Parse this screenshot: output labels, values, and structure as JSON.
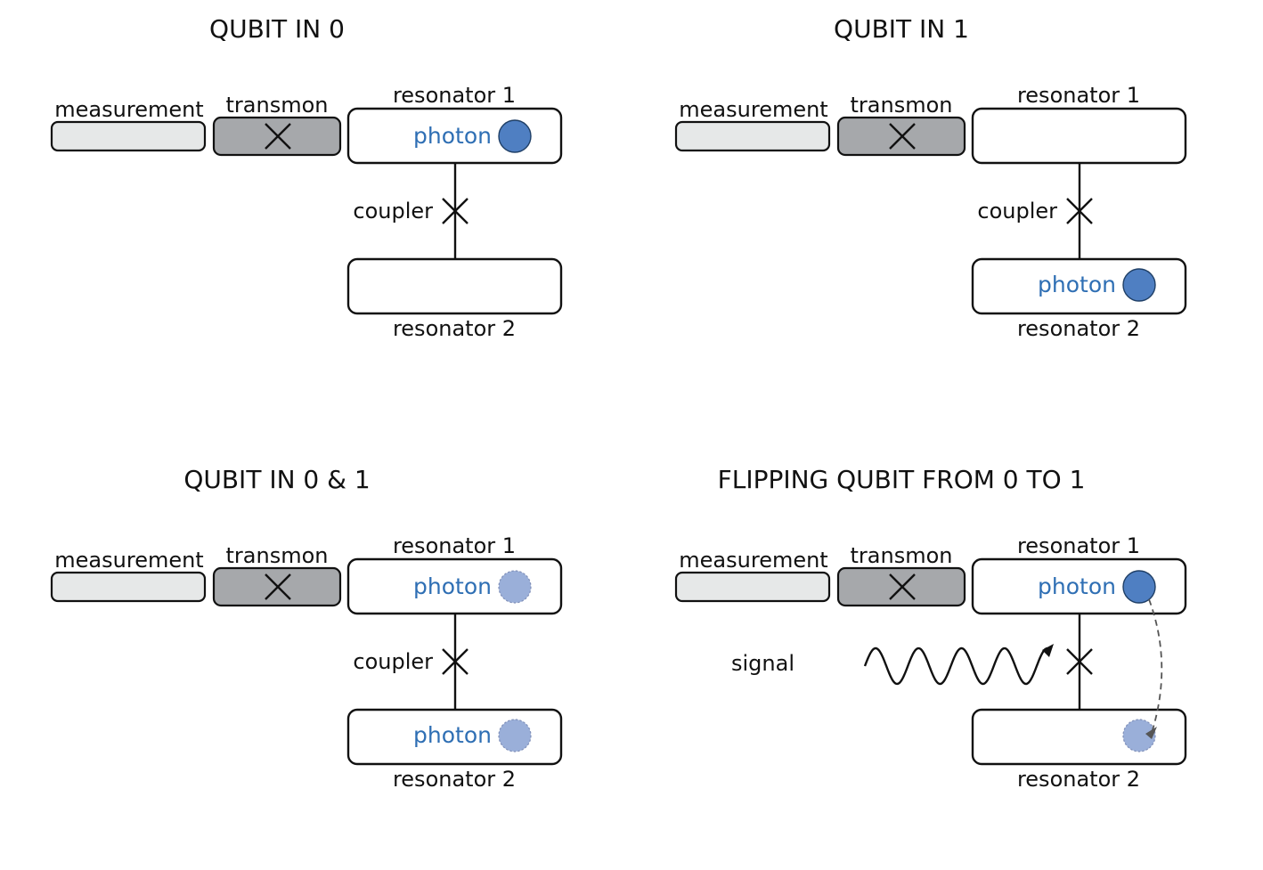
{
  "colors": {
    "photon": "#4f7fc2",
    "photon_faded": "#9aafd9",
    "photon_text": "#2f6fb4",
    "measurement_fill": "#e6e8e8",
    "transmon_fill": "#a6a8ab",
    "stroke": "#111111"
  },
  "panels": [
    {
      "title": "QUBIT IN 0",
      "measurement_label": "measurement",
      "transmon_label": "transmon",
      "resonator1_label": "resonator 1",
      "resonator2_label": "resonator 2",
      "coupler_label": "coupler",
      "photon_r1_label": "photon",
      "photon_r1_state": "solid",
      "photon_r2_state": "none"
    },
    {
      "title": "QUBIT IN 1",
      "measurement_label": "measurement",
      "transmon_label": "transmon",
      "resonator1_label": "resonator 1",
      "resonator2_label": "resonator 2",
      "coupler_label": "coupler",
      "photon_r2_label": "photon",
      "photon_r1_state": "none",
      "photon_r2_state": "solid"
    },
    {
      "title": "QUBIT IN 0 & 1",
      "measurement_label": "measurement",
      "transmon_label": "transmon",
      "resonator1_label": "resonator 1",
      "resonator2_label": "resonator 2",
      "coupler_label": "coupler",
      "photon_r1_label": "photon",
      "photon_r2_label": "photon",
      "photon_r1_state": "faded",
      "photon_r2_state": "faded"
    },
    {
      "title": "FLIPPING QUBIT FROM 0 TO 1",
      "measurement_label": "measurement",
      "transmon_label": "transmon",
      "resonator1_label": "resonator 1",
      "resonator2_label": "resonator 2",
      "signal_label": "signal",
      "photon_r1_label": "photon",
      "photon_r1_state": "solid",
      "photon_r2_state": "faded",
      "signal": true,
      "transfer_arrow": true
    }
  ]
}
